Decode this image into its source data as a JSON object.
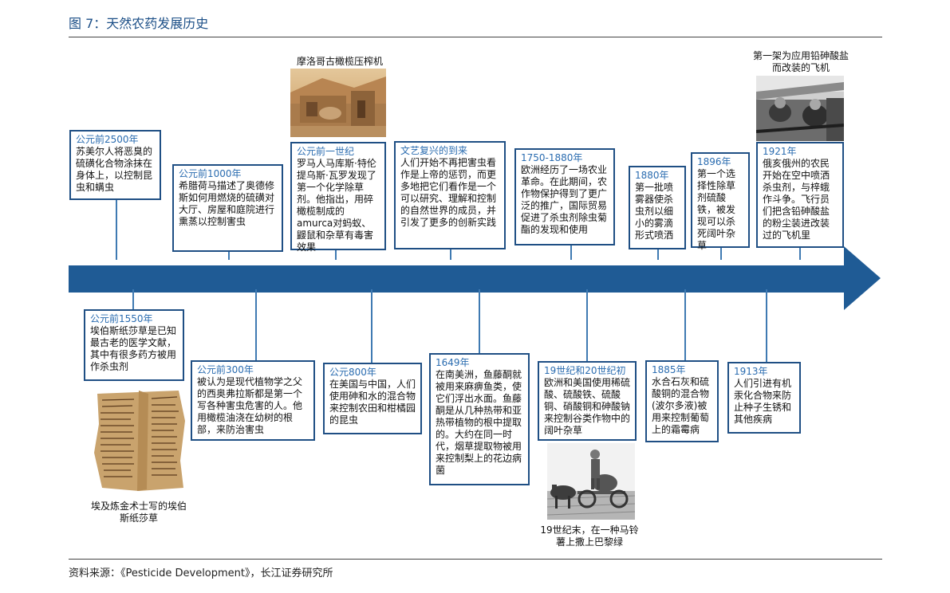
{
  "title": "图 7：天然农药发展历史",
  "source": "资料来源：《Pesticide Development》，长江证券研究所",
  "colors": {
    "title": "#1c4f87",
    "arrow": "#1f5b95",
    "box_border": "#1f4f84",
    "box_header": "#2a6cb0"
  },
  "events_top": [
    {
      "date": "公元前2500年",
      "text": "苏美尔人将恶臭的硫磺化合物涂抹在身体上，以控制昆虫和螨虫"
    },
    {
      "date": "公元前1000年",
      "text": "希腊荷马描述了奥德修斯如何用燃烧的硫磺对大厅、房屋和庭院进行熏蒸以控制害虫"
    },
    {
      "date": "公元前一世纪",
      "text": "罗马人马库斯·特伦提乌斯·瓦罗发现了第一个化学除草剂。他指出，用碎橄榄制成的amurca对蚂蚁、鼹鼠和杂草有毒害效果"
    },
    {
      "date": "文艺复兴的到来",
      "text": "人们开始不再把害虫看作是上帝的惩罚，而更多地把它们看作是一个可以研究、理解和控制的自然世界的成员，并引发了更多的创新实践"
    },
    {
      "date": "1750-1880年",
      "text": "欧洲经历了一场农业革命。在此期间，农作物保护得到了更广泛的推广，国际贸易促进了杀虫剂除虫菊酯的发现和使用"
    },
    {
      "date": "1880年",
      "text": "第一批喷雾器使杀虫剂以细小的雾滴形式喷洒"
    },
    {
      "date": "1896年",
      "text": "第一个选择性除草剂硫酸铁，被发现可以杀死阔叶杂草"
    },
    {
      "date": "1921年",
      "text": "俄亥俄州的农民开始在空中喷洒杀虫剂，与梓蛾作斗争。飞行员们把含铅砷酸盐的粉尘装进改装过的飞机里"
    }
  ],
  "events_bottom": [
    {
      "date": "公元前1550年",
      "text": "埃伯斯纸莎草是已知最古老的医学文献，其中有很多药方被用作杀虫剂"
    },
    {
      "date": "公元前300年",
      "text": "被认为是现代植物学之父的西奥弗拉斯都是第一个写各种害虫危害的人。他用橄榄油浇在幼树的根部，来防治害虫"
    },
    {
      "date": "公元800年",
      "text": "在美国与中国，人们使用砷和水的混合物来控制农田和柑橘园的昆虫"
    },
    {
      "date": "1649年",
      "text": "在南美洲，鱼藤酮就被用来麻痹鱼类，使它们浮出水面。鱼藤酮是从几种热带和亚热带植物的根中提取的。大约在同一时代，烟草提取物被用来控制梨上的花边病菌"
    },
    {
      "date": "19世纪和20世纪初",
      "text": "欧洲和美国使用稀硫酸、硫酸铁、硫酸铜、硝酸铜和砷酸钠来控制谷类作物中的阔叶杂草"
    },
    {
      "date": "1885年",
      "text": "水合石灰和硫酸铜的混合物(波尔多液)被用来控制葡萄上的霜霉病"
    },
    {
      "date": "1913年",
      "text": "人们引进有机汞化合物来防止种子生锈和其他疾病"
    }
  ],
  "photos": {
    "olive_press": "摩洛哥古橄榄压榨机",
    "airplane": "第一架为应用铅砷酸盐而改装的飞机",
    "papyrus": "埃及炼金术士写的埃伯斯纸莎草",
    "horse_sprayer": "19世纪末，在一种马铃薯上撒上巴黎绿"
  }
}
